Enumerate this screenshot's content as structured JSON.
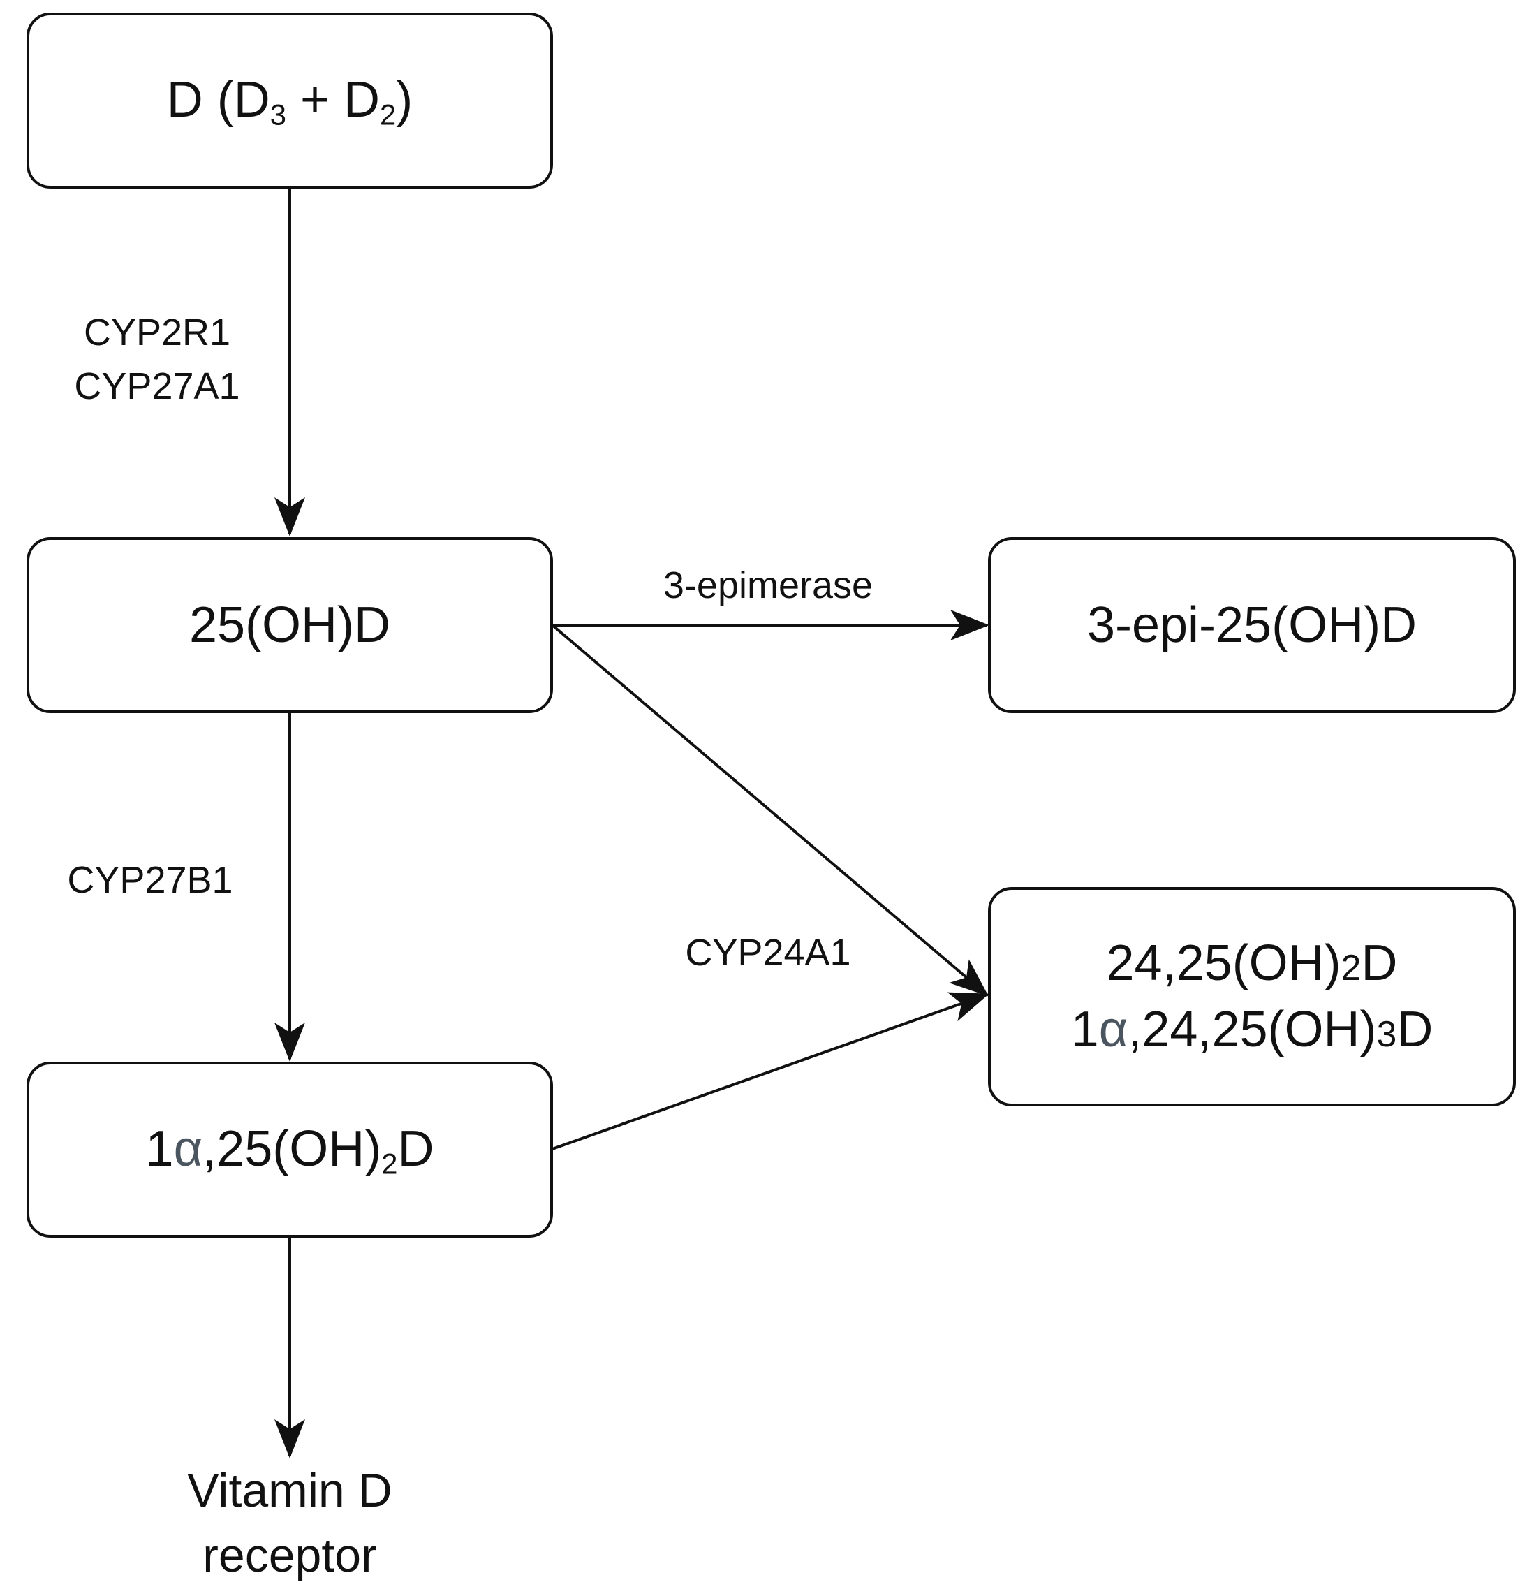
{
  "nodes": {
    "vitamin_d": {
      "prefix": "D (D",
      "sub_a": "3",
      "middle": " + D",
      "sub_b": "2",
      "suffix": ")"
    },
    "calcidiol": {
      "label": "25(OH)D"
    },
    "calcitriol": {
      "prefix": "1",
      "alpha": "α",
      "middle": ",25(OH)",
      "sub": "2",
      "suffix": "D"
    },
    "epimer": {
      "label": "3-epi-25(OH)D"
    },
    "catabolites": {
      "line1_prefix": "24,25(OH)",
      "line1_sub": "2",
      "line1_suffix": "D",
      "line2_prefix": "1",
      "line2_alpha": "α",
      "line2_middle": ",24,25(OH)",
      "line2_sub": "3",
      "line2_suffix": "D"
    }
  },
  "enzymes": {
    "hydroxylase_25": [
      "CYP2R1",
      "CYP27A1"
    ],
    "hydroxylase_1a": "CYP27B1",
    "epimerase": "3-epimerase",
    "hydroxylase_24": "CYP24A1"
  },
  "endpoint": {
    "line1": "Vitamin D",
    "line2": "receptor"
  }
}
